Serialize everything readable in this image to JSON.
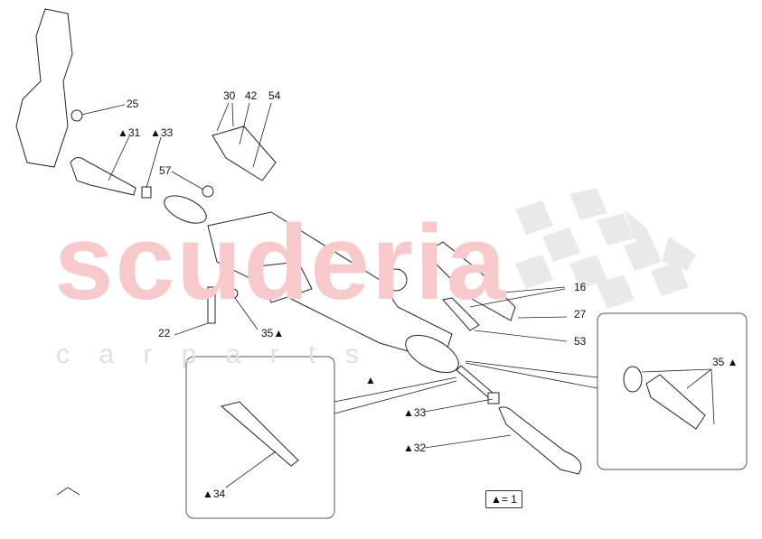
{
  "watermark": {
    "brand": "scuderia",
    "sub": "c a r p a r t s"
  },
  "labels": {
    "l25": "25",
    "l31": "▲31",
    "l33a": "▲33",
    "l30": "30",
    "l42": "42",
    "l54": "54",
    "l57": "57",
    "l22": "22",
    "l35a": "35▲",
    "tri": "▲",
    "l16": "16",
    "l27": "27",
    "l53": "53",
    "l35b": "35 ▲",
    "l33b": "▲33",
    "l32": "▲32",
    "l34": "▲34"
  },
  "legend": "▲= 1",
  "colors": {
    "watermark": "#f7c9cb",
    "line": "#222222"
  }
}
